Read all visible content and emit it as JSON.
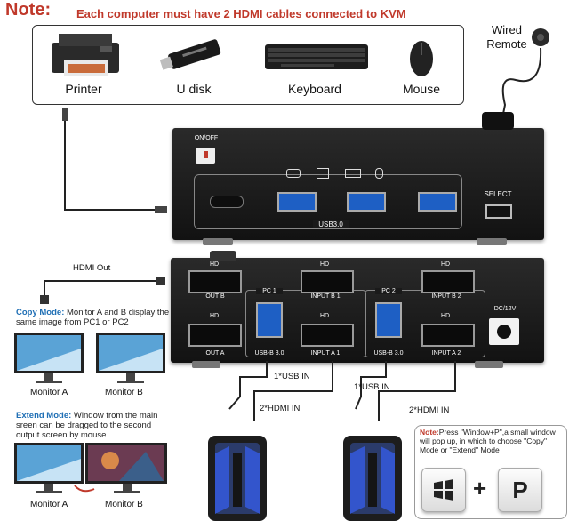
{
  "note": {
    "title": "Note:",
    "text": "Each computer must have 2 HDMI cables connected to KVM"
  },
  "peripherals": [
    {
      "label": "Printer",
      "icon": "printer-icon"
    },
    {
      "label": "U disk",
      "icon": "usb-drive-icon"
    },
    {
      "label": "Keyboard",
      "icon": "keyboard-icon"
    },
    {
      "label": "Mouse",
      "icon": "mouse-icon"
    }
  ],
  "wired_remote": {
    "line1": "Wired",
    "line2": "Remote"
  },
  "front_panel": {
    "power_label": "ON/OFF",
    "usb_label": "USB3.0",
    "select_label": "SELECT"
  },
  "back_panel": {
    "hd_label": "HD",
    "out_b": "OUT B",
    "out_a": "OUT A",
    "pc1": "PC 1",
    "pc2": "PC 2",
    "input_b1": "INPUT B 1",
    "input_a1": "INPUT A 1",
    "input_b2": "INPUT B 2",
    "input_a2": "INPUT A 2",
    "usb_b": "USB-B 3.0",
    "dc": "DC/12V"
  },
  "hdmi_out": "HDMI Out",
  "copy_mode": {
    "title": "Copy Mode:",
    "text": "Monitor A and B display the same image from PC1 or PC2",
    "monitor_a": "Monitor A",
    "monitor_b": "Monitor B"
  },
  "extend_mode": {
    "title": "Extend Mode:",
    "text": "Window from the main sreen can be dragged to the second output screen by mouse",
    "monitor_a": "Monitor A",
    "monitor_b": "Monitor B"
  },
  "cables": {
    "usb_in": "1*USB  IN",
    "hdmi_in": "2*HDMI IN"
  },
  "tip": {
    "prefix": "Note:",
    "text": "Press \"Window+P\",a small window will pop up, in which to choose \"Copy\" Mode or \"Extend\" Mode",
    "plus": "+",
    "key_p": "P"
  },
  "colors": {
    "note_red": "#c0392b",
    "mode_blue": "#1f6fb5",
    "usb_blue": "#1e5fc4",
    "device_body": "#1e1e1e"
  }
}
